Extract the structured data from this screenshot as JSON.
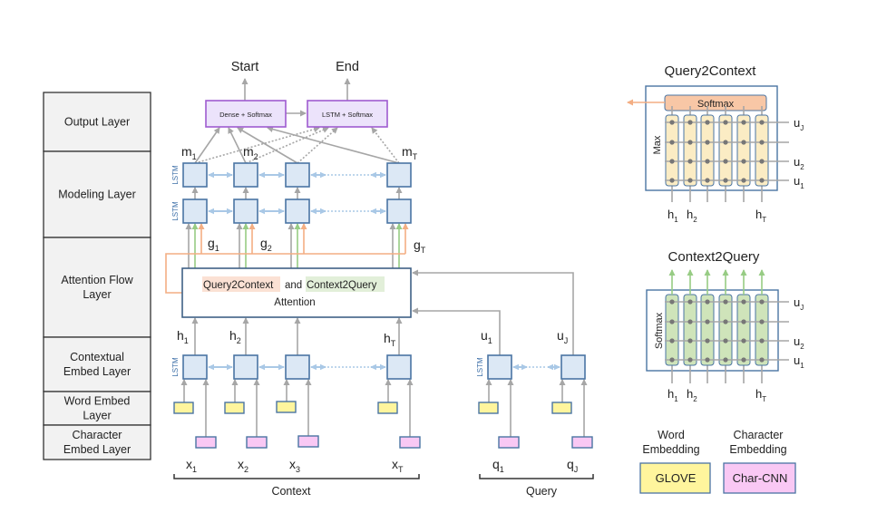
{
  "layers": [
    {
      "lines": [
        "Output Layer"
      ]
    },
    {
      "lines": [
        "Modeling Layer"
      ]
    },
    {
      "lines": [
        "Attention Flow",
        "Layer"
      ]
    },
    {
      "lines": [
        "Contextual",
        "Embed Layer"
      ]
    },
    {
      "lines": [
        "Word Embed",
        "Layer"
      ]
    },
    {
      "lines": [
        "Character",
        "Embed Layer"
      ]
    }
  ],
  "output": {
    "start_label": "Start",
    "end_label": "End",
    "dense_box": "Dense + Softmax",
    "lstm_box": "LSTM + Softmax"
  },
  "lstm_tag": "LSTM",
  "modeling": {
    "m_labels": [
      {
        "base": "m",
        "sub": "1"
      },
      {
        "base": "m",
        "sub": "2"
      },
      {
        "base": "m",
        "sub": "T"
      }
    ],
    "g_labels": [
      {
        "base": "g",
        "sub": "1"
      },
      {
        "base": "g",
        "sub": "2"
      },
      {
        "base": "g",
        "sub": "T"
      }
    ]
  },
  "attention": {
    "q2c": "Query2Context",
    "and": "and",
    "c2q": "Context2Query",
    "line2": "Attention"
  },
  "context": {
    "h_labels": [
      {
        "base": "h",
        "sub": "1"
      },
      {
        "base": "h",
        "sub": "2"
      },
      {
        "base": "h",
        "sub": "T"
      }
    ],
    "x_labels": [
      {
        "base": "x",
        "sub": "1"
      },
      {
        "base": "x",
        "sub": "2"
      },
      {
        "base": "x",
        "sub": "3"
      },
      {
        "base": "x",
        "sub": "T"
      }
    ],
    "bracket_label": "Context"
  },
  "query": {
    "u_labels": [
      {
        "base": "u",
        "sub": "1"
      },
      {
        "base": "u",
        "sub": "J"
      }
    ],
    "q_labels": [
      {
        "base": "q",
        "sub": "1"
      },
      {
        "base": "q",
        "sub": "J"
      }
    ],
    "bracket_label": "Query"
  },
  "q2c_panel": {
    "title": "Query2Context",
    "softmax": "Softmax",
    "side_label": "Max",
    "u_labels": [
      {
        "base": "u",
        "sub": "J"
      },
      {
        "base": "u",
        "sub": "2"
      },
      {
        "base": "u",
        "sub": "1"
      }
    ],
    "h_labels": [
      {
        "base": "h",
        "sub": "1"
      },
      {
        "base": "h",
        "sub": "2"
      },
      {
        "base": "h",
        "sub": "T"
      }
    ]
  },
  "c2q_panel": {
    "title": "Context2Query",
    "side_label": "Softmax",
    "u_labels": [
      {
        "base": "u",
        "sub": "J"
      },
      {
        "base": "u",
        "sub": "2"
      },
      {
        "base": "u",
        "sub": "1"
      }
    ],
    "h_labels": [
      {
        "base": "h",
        "sub": "1"
      },
      {
        "base": "h",
        "sub": "2"
      },
      {
        "base": "h",
        "sub": "T"
      }
    ]
  },
  "legend": {
    "word_title": [
      "Word",
      "Embedding"
    ],
    "word_box": "GLOVE",
    "char_title": [
      "Character",
      "Embedding"
    ],
    "char_box": "Char-CNN"
  },
  "colors": {
    "lstm_fill": "#dce8f5",
    "lstm_stroke": "#4a74a3",
    "purple_fill": "#ece3fb",
    "purple_stroke": "#9f5bd0",
    "glove_fill": "#fff59d",
    "charcnn_fill": "#f9c8f4",
    "q2c_highlight": "#fbe1d4",
    "c2q_highlight": "#e2efd9",
    "orange_arrow": "#f3ae83",
    "green_arrow": "#97cc84",
    "grey_arrow": "#a6a6a6",
    "q2c_cell": "#fbecc4",
    "c2q_cell": "#cfe4ba",
    "softmax_box": "#f8c7a6"
  }
}
